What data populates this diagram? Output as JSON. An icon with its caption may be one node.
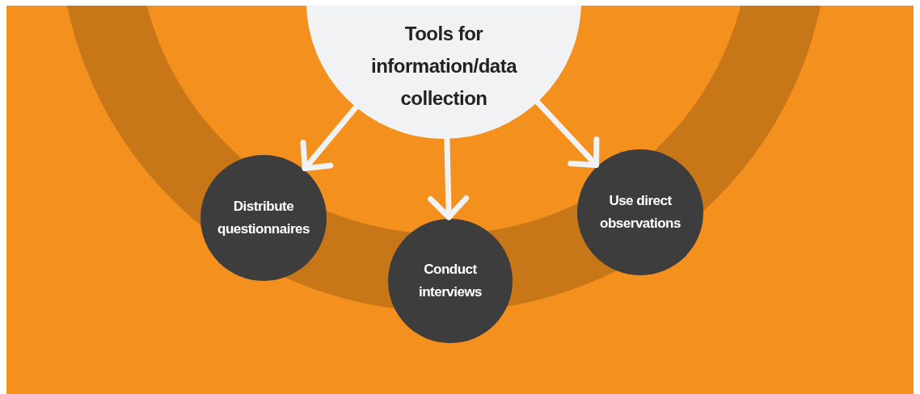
{
  "diagram": {
    "nodes": [
      {
        "text": [
          "Tools for information/data collection"
        ]
      },
      {
        "text": [
          "Distribute questionnaires"
        ]
      },
      {
        "text": [
          "Conduct interviews"
        ]
      },
      {
        "text": [
          "Use direct observations"
        ]
      }
    ],
    "edges": [
      {
        "from": 0,
        "to": 1,
        "arrow": "to"
      },
      {
        "from": 0,
        "to": 2,
        "arrow": "to"
      },
      {
        "from": 0,
        "to": 3,
        "arrow": "to"
      }
    ]
  }
}
